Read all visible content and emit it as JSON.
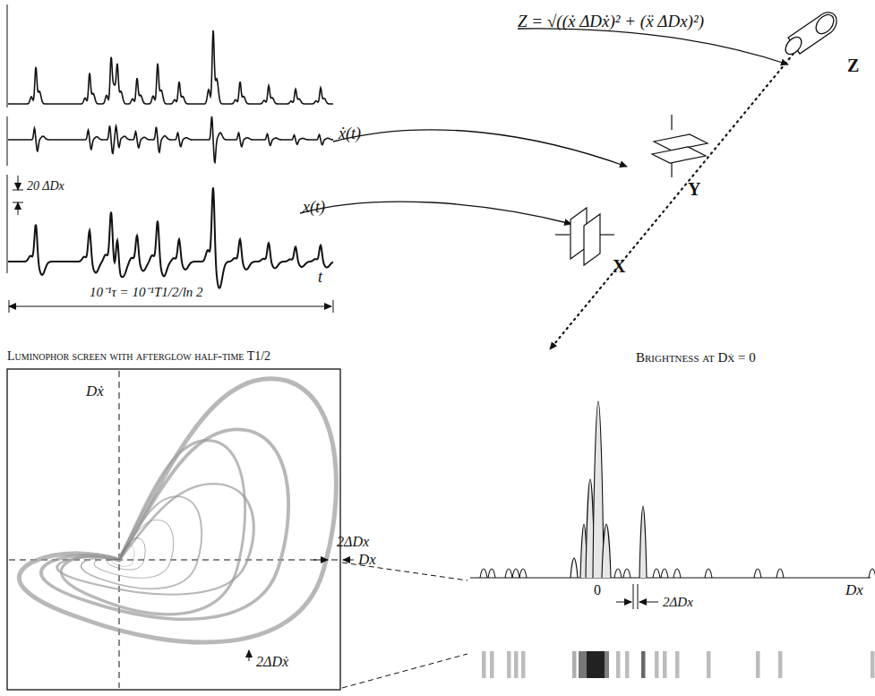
{
  "diagram": {
    "labels": [
      "Z = √((ẋ ΔDẋ)² + (ẍ ΔDx)²)",
      "ẋ(t)",
      "x(t)",
      "20 ΔDx",
      "t",
      "10⁻¹τ = 10⁻¹T1/2/ln 2",
      "Z",
      "Y",
      "X",
      "Luminophor screen with afterglow half-time T1/2",
      "Dẋ",
      "2ΔDx",
      "Dx",
      "2ΔDẋ",
      "Brightness at Dẋ = 0",
      "0",
      "2ΔDx",
      "Dx"
    ]
  }
}
